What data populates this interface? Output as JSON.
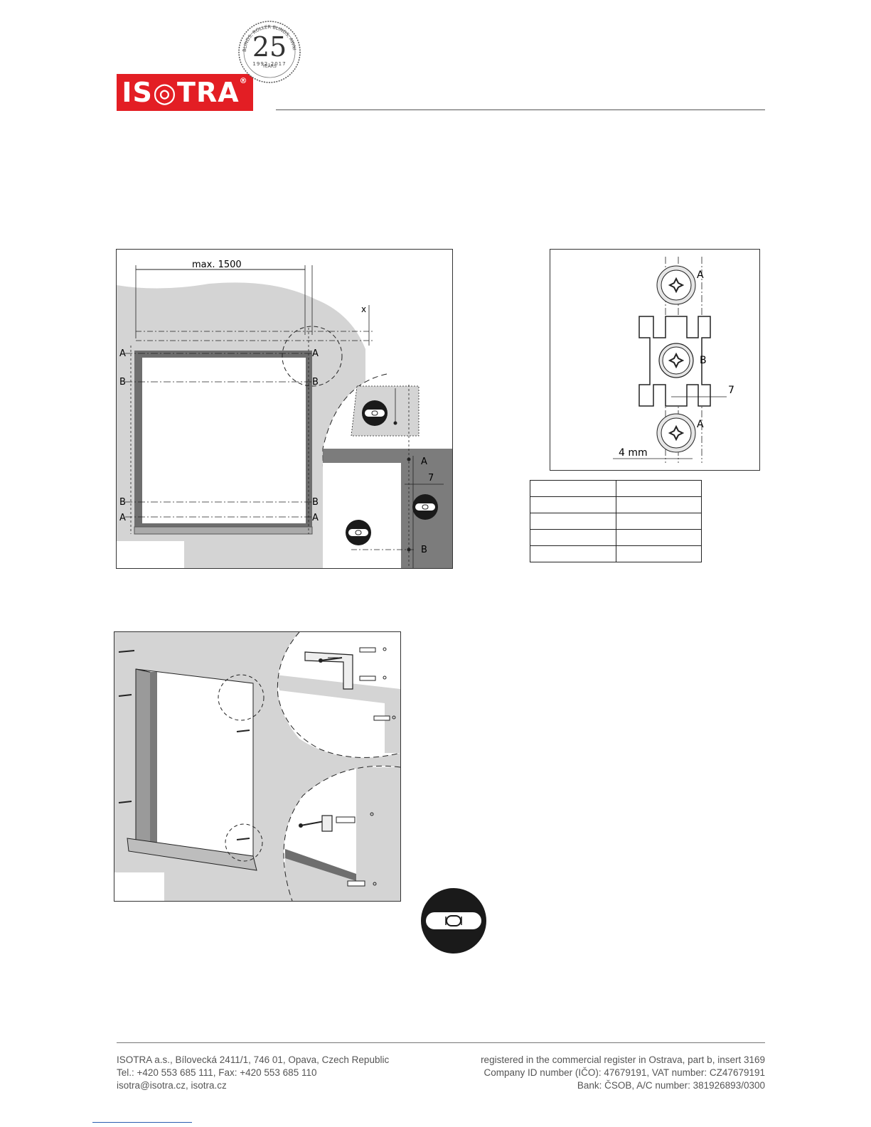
{
  "header": {
    "logo_text": "IS◎TRA",
    "logo_mark": "®",
    "seal_number": "25",
    "seal_years": "1992-2017",
    "seal_ring_text": "BLINDS, ROLLER BLINDS, AWNINGS",
    "seal_caption": "YEARS"
  },
  "figure1": {
    "dim_max": "max. 1500",
    "dim_x": "x",
    "label_a": "A",
    "label_b": "B",
    "dim_7": "7"
  },
  "figure2": {
    "label_a": "A",
    "label_b": "B",
    "dim_7": "7",
    "dim_4mm": "4 mm"
  },
  "footer": {
    "left": [
      "ISOTRA a.s., Bílovecká 2411/1, 746 01, Opava, Czech Republic",
      "Tel.: +420 553 685 111, Fax: +420 553 685 110",
      "isotra@isotra.cz, isotra.cz"
    ],
    "right": [
      "registered in the commercial register in Ostrava, part b, insert 3169",
      "Company ID number (IČO): 47679191, VAT number: CZ47679191",
      "Bank: ČSOB, A/C number: 381926893/0300"
    ]
  },
  "colors": {
    "brand_red": "#e31e24",
    "wall_gray": "#d4d4d4",
    "frame_dark": "#6e6e6e"
  },
  "icons": [
    "spirit-level-icon",
    "screw-icon",
    "bracket-icon",
    "dowel-icon"
  ]
}
